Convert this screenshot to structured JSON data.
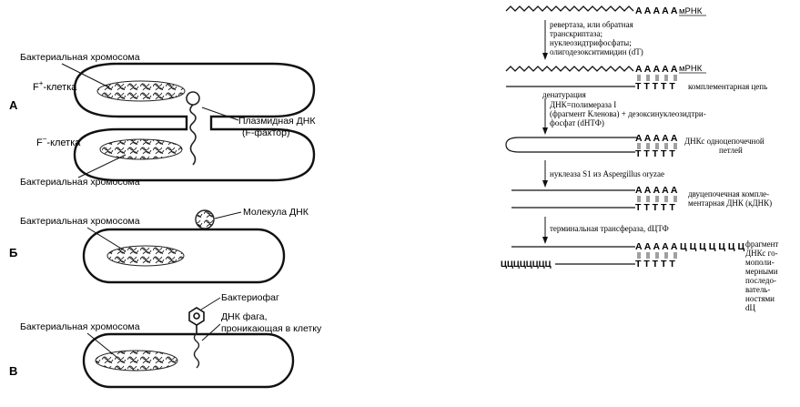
{
  "left_panel": {
    "A": {
      "letter": "А",
      "chromosome_top": "Бактериальная хромосома",
      "f_plus_cell": "F",
      "f_plus_sup": "+",
      "f_plus_suffix": "-клетка",
      "f_minus_cell": "F",
      "f_minus_sup": "−",
      "f_minus_suffix": "-клетка",
      "plasmid_line1": "Плазмидная ДНК",
      "plasmid_line2": "(F-фактор)",
      "chromosome_bottom": "Бактериальная хромосома"
    },
    "B": {
      "letter": "Б",
      "chromosome": "Бактериальная хромосома",
      "dna_molecule": "Молекула ДНК"
    },
    "V": {
      "letter": "В",
      "chromosome": "Бактериальная хромосома",
      "phage": "Бактериофаг",
      "phage_dna_line1": "ДНК фага,",
      "phage_dna_line2": "проникающая в клетку"
    }
  },
  "right_panel": {
    "mrna": "мРНК",
    "polyA": "A A A A A",
    "polyT": "T T T T T",
    "step1_lines": [
      "ревертаза, или обратная",
      "транскриптаза;",
      "нуклеозидтрифосфаты;",
      "олигодезокситимидин (dT)"
    ],
    "mrna_2": "мРНК",
    "complementary_chain": "комплементарная цепь",
    "denaturation": "денатурация",
    "step2_lines": [
      "ДНК=полимераза I",
      "(фрагмент Кленова) + дезоксинуклеозидтри-",
      "фосфат (dНТФ)"
    ],
    "hairpin_lines": [
      "ДНКс одноцепочечной",
      "петлей"
    ],
    "step3": "нуклеаза S1 из Aspergillus oryzae",
    "double_lines": [
      "двуцепочечная компле-",
      "ментарная ДНК (кДНК)"
    ],
    "step4": "терминальная трансфераза, dЦТФ",
    "polyC_top": "A A A A A Ц Ц Ц Ц Ц Ц Ц",
    "polyC_left": "ЦЦЦЦЦЦЦЦ",
    "final_lines": [
      "фрагмент",
      "ДНКс го-",
      "мополи-",
      "мерными",
      "последо-",
      "ватель-",
      "ностями",
      "dЦ"
    ]
  }
}
